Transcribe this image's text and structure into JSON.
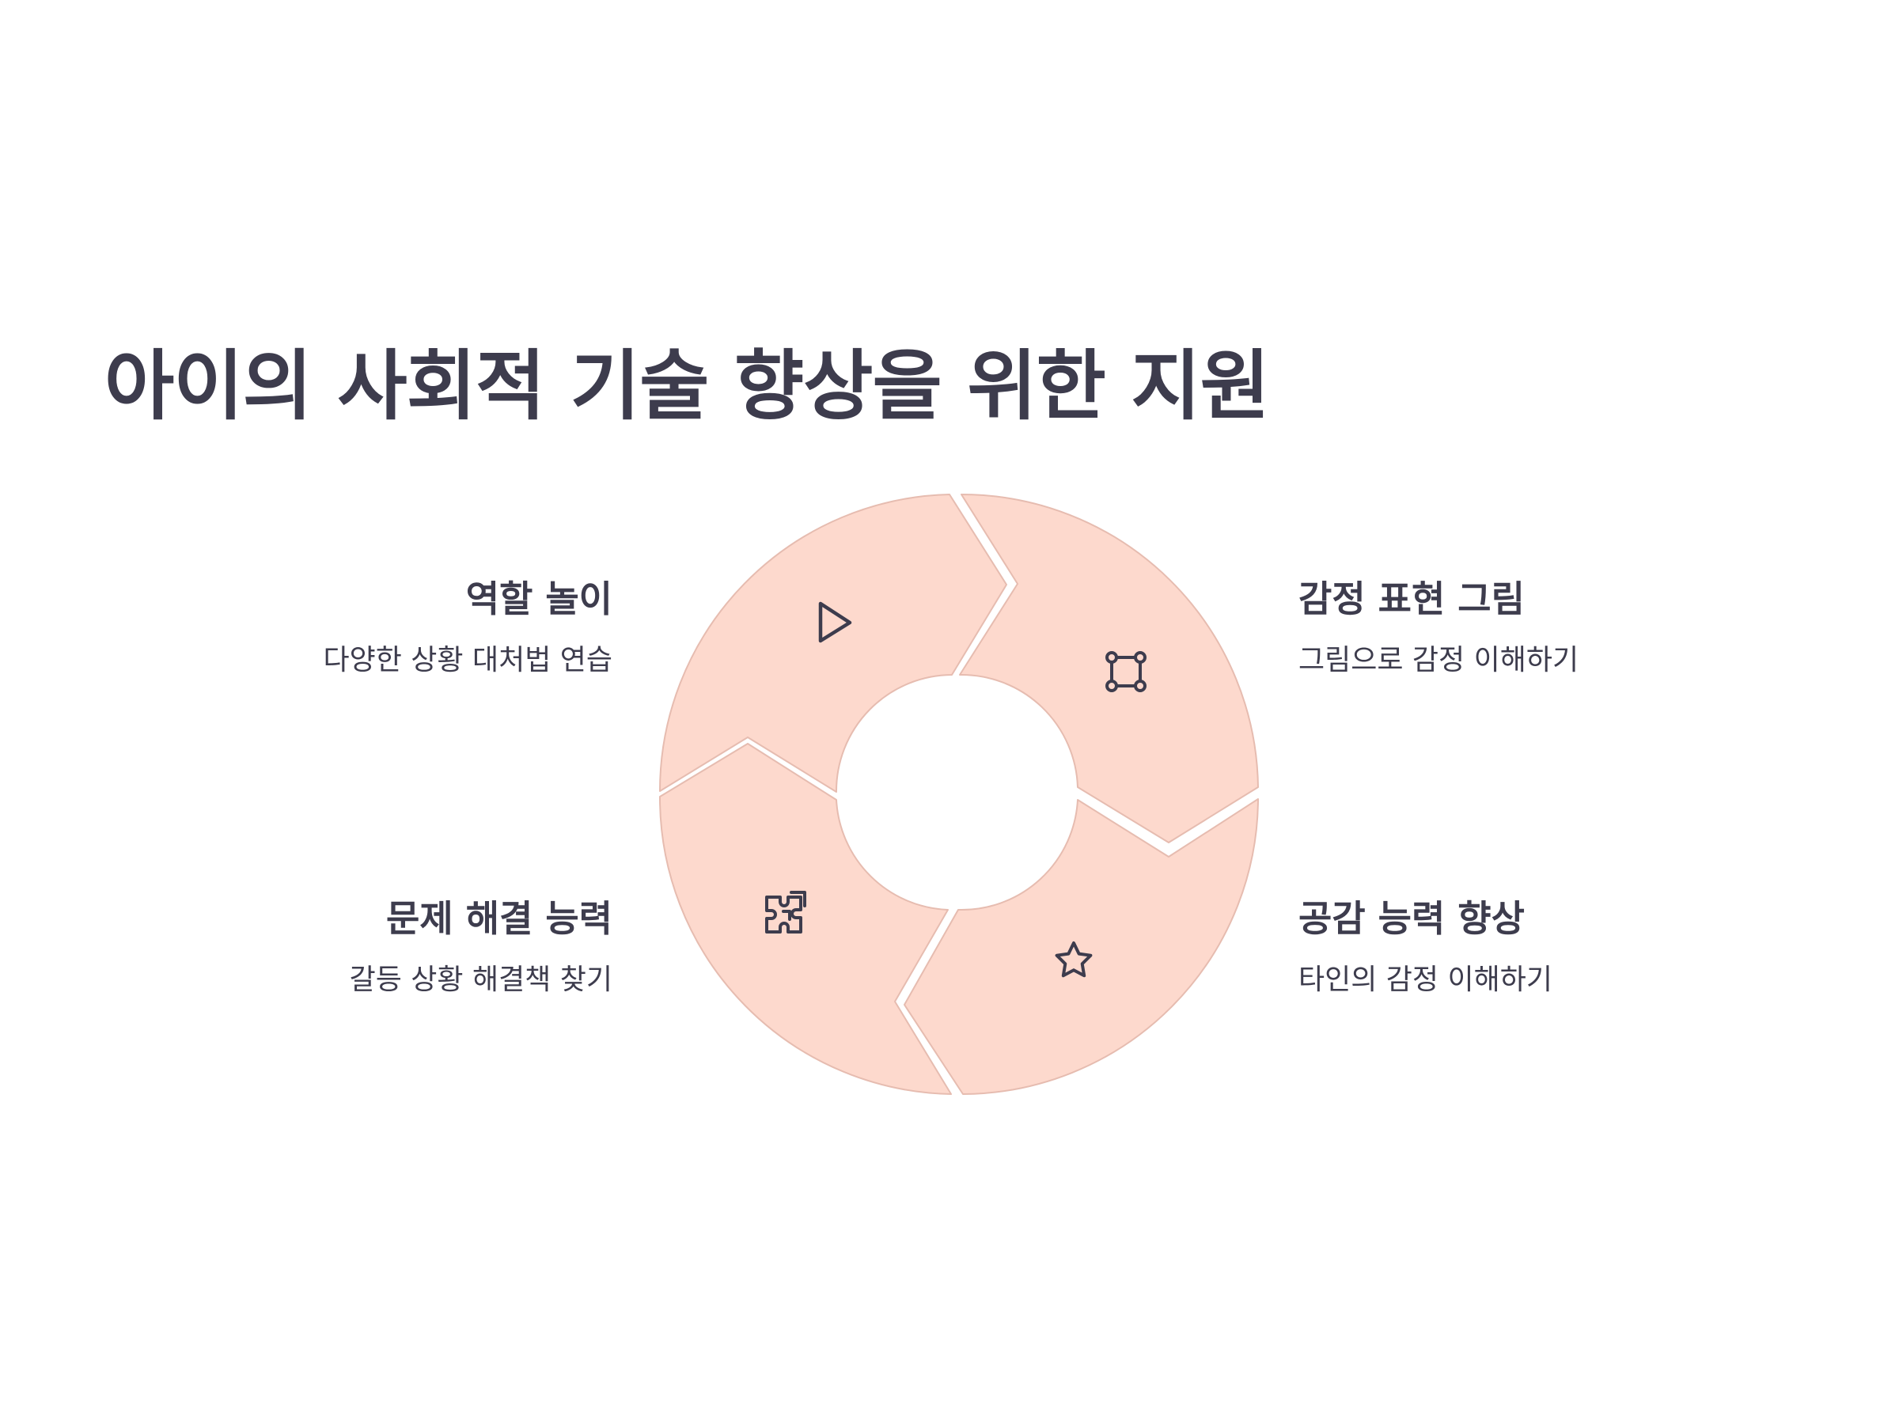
{
  "title": "아이의 사회적 기술 향상을 위한 지원",
  "colors": {
    "segment_fill": "#fdd9cd",
    "segment_stroke": "#e6bcb0",
    "text": "#3d3c4d",
    "background": "#ffffff"
  },
  "items": [
    {
      "title": "역할 놀이",
      "description": "다양한 상황 대처법 연습",
      "icon": "play-icon"
    },
    {
      "title": "감정 표현 그림",
      "description": "그림으로 감정 이해하기",
      "icon": "vector-square-icon"
    },
    {
      "title": "공감 능력 향상",
      "description": "타인의 감정 이해하기",
      "icon": "star-icon"
    },
    {
      "title": "문제 해결 능력",
      "description": "갈등 상황 해결책 찾기",
      "icon": "puzzle-icon"
    }
  ]
}
